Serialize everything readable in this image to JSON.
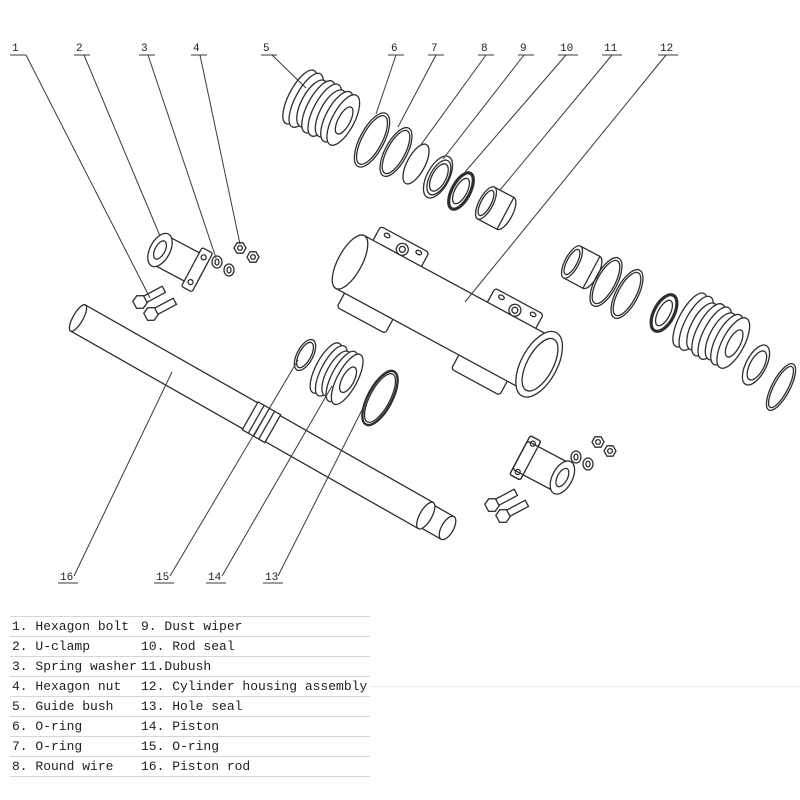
{
  "callouts": {
    "top": [
      "1",
      "2",
      "3",
      "4",
      "5",
      "6",
      "7",
      "8",
      "9",
      "10",
      "11",
      "12"
    ],
    "bottom": [
      "16",
      "15",
      "14",
      "13"
    ]
  },
  "legend": {
    "rows": [
      {
        "left": "1. Hexagon bolt",
        "right": "9. Dust wiper"
      },
      {
        "left": "2. U-clamp",
        "right": "10. Rod seal"
      },
      {
        "left": "3. Spring washer",
        "right": "11.Dubush"
      },
      {
        "left": "4. Hexagon nut",
        "right": "12. Cylinder housing assembly"
      },
      {
        "left": "5. Guide bush",
        "right": "13. Hole seal"
      },
      {
        "left": "6. O-ring",
        "right": "14. Piston"
      },
      {
        "left": "7. O-ring",
        "right": "15. O-ring"
      },
      {
        "left": "8. Round wire",
        "right": "16. Piston rod"
      }
    ]
  }
}
